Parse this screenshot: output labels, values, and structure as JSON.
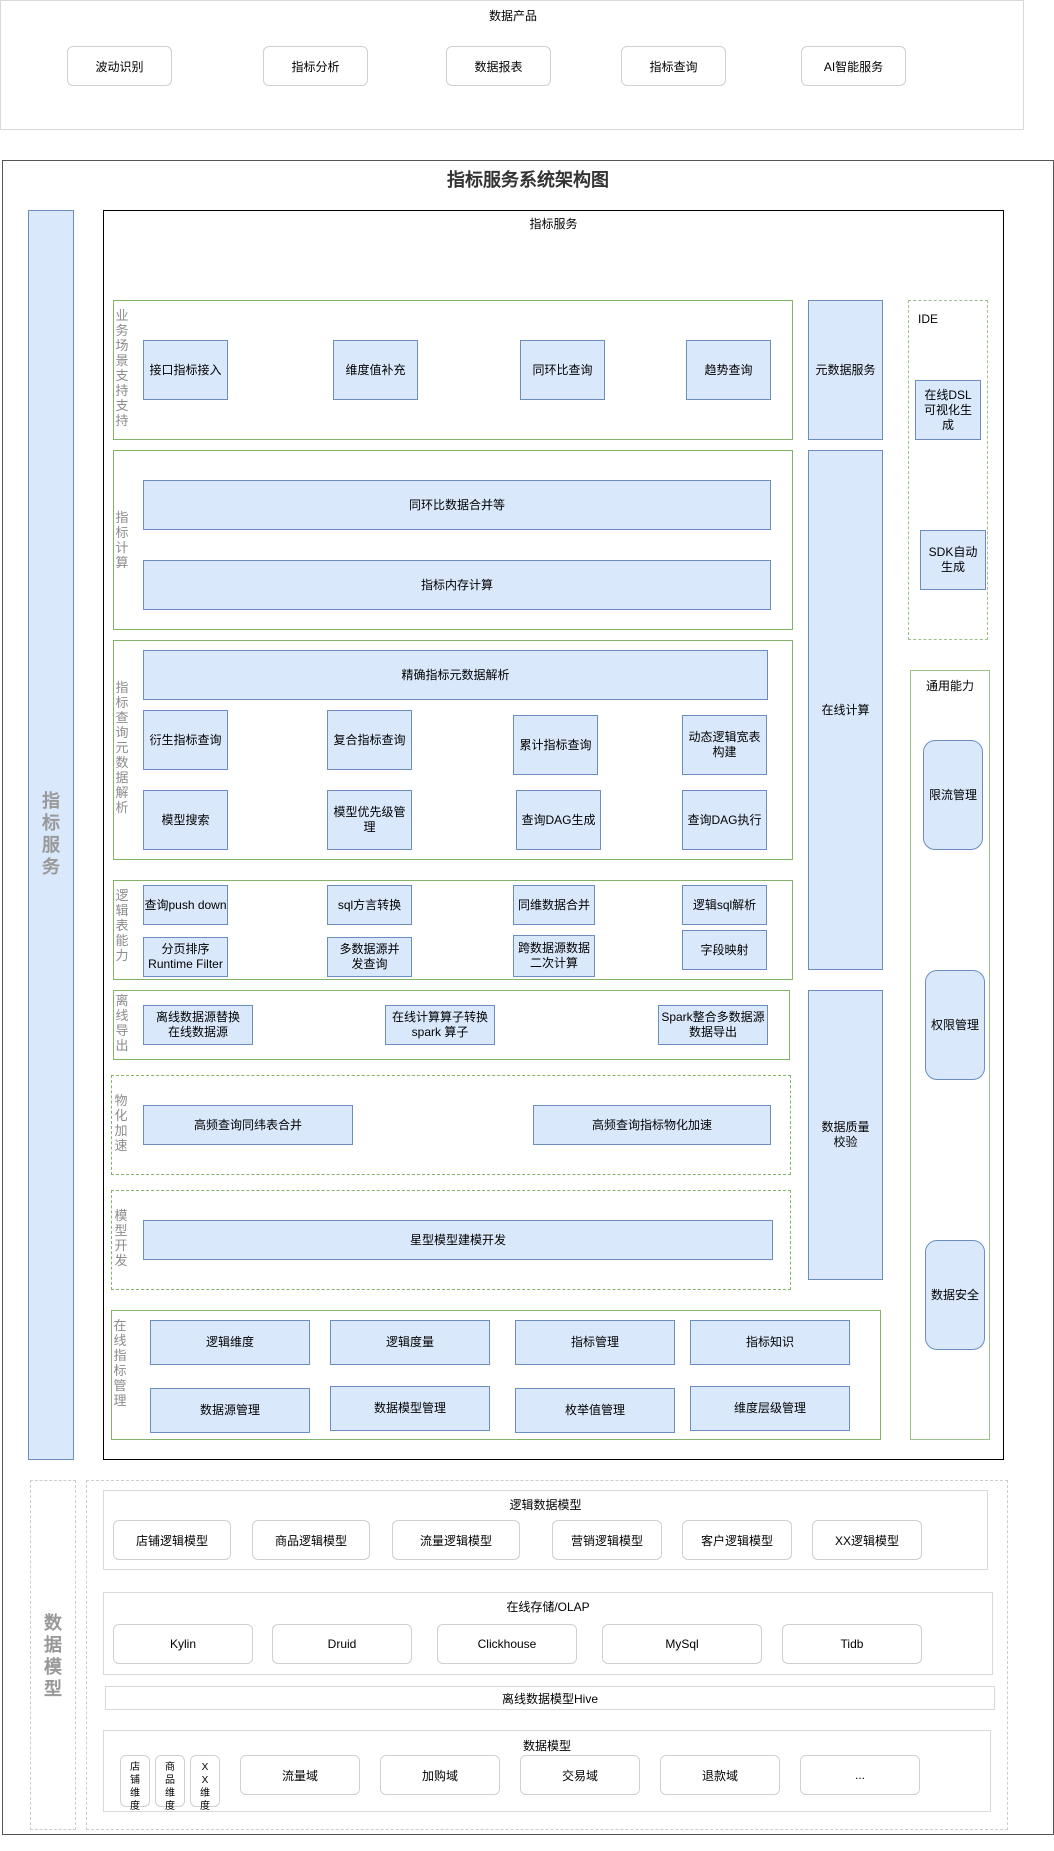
{
  "data_products": {
    "title": "数据产品",
    "items": [
      "波动识别",
      "指标分析",
      "数据报表",
      "指标查询",
      "AI智能服务"
    ]
  },
  "architecture": {
    "title": "指标服务系统架构图",
    "side_label": "指标服务",
    "service_title": "指标服务",
    "biz": {
      "label": "业务场景支持支持",
      "items": [
        "接口指标接入",
        "维度值补充",
        "同环比查询",
        "趋势查询"
      ]
    },
    "calc": {
      "label": "指标计算",
      "items": [
        "同环比数据合并等",
        "指标内存计算"
      ]
    },
    "parse": {
      "label": "指标查询元数据解析",
      "header": "精确指标元数据解析",
      "items": [
        "衍生指标查询",
        "复合指标查询",
        "累计指标查询",
        "动态逻辑宽表构建",
        "模型搜索",
        "模型优先级管理",
        "查询DAG生成",
        "查询DAG执行"
      ]
    },
    "logic": {
      "label": "逻辑表能力",
      "items": [
        "查询push down",
        "sql方言转换",
        "同维数据合并",
        "逻辑sql解析",
        "分页排序\nRuntime Filter",
        "多数据源并发查询",
        "跨数据源数据二次计算",
        "字段映射"
      ]
    },
    "offline": {
      "label": "离线导出",
      "items": [
        "离线数据源替换\n在线数据源",
        "在线计算算子转换\nspark 算子",
        "Spark整合多数据源\n数据导出"
      ]
    },
    "materialize": {
      "label": "物化加速",
      "items": [
        "高频查询同纬表合并",
        "高频查询指标物化加速"
      ]
    },
    "model_dev": {
      "label": "模型开发",
      "items": [
        "星型模型建模开发"
      ]
    },
    "online_mgmt": {
      "label": "在线指标管理",
      "items": [
        "逻辑维度",
        "逻辑度量",
        "指标管理",
        "指标知识",
        "数据源管理",
        "数据模型管理",
        "枚举值管理",
        "维度层级管理"
      ]
    },
    "right_col": [
      "元数据服务",
      "在线计算",
      "数据质量\n校验"
    ],
    "ide": {
      "title": "IDE",
      "items": [
        "在线DSL可视化生成",
        "SDK自动生成"
      ]
    },
    "common": {
      "title": "通用能力",
      "items": [
        "限流管理",
        "权限管理",
        "数据安全"
      ]
    }
  },
  "data_model": {
    "side_label": "数据模型",
    "logical": {
      "title": "逻辑数据模型",
      "items": [
        "店铺逻辑模型",
        "商品逻辑模型",
        "流量逻辑模型",
        "营销逻辑模型",
        "客户逻辑模型",
        "XX逻辑模型"
      ]
    },
    "olap": {
      "title": "在线存储/OLAP",
      "items": [
        "Kylin",
        "Druid",
        "Clickhouse",
        "MySql",
        "Tidb"
      ]
    },
    "hive": "离线数据模型Hive",
    "base": {
      "title": "数据模型",
      "dims": [
        "店铺维度",
        "商品维度",
        "XX维度"
      ],
      "items": [
        "流量域",
        "加购域",
        "交易域",
        "退款域",
        "..."
      ]
    }
  }
}
